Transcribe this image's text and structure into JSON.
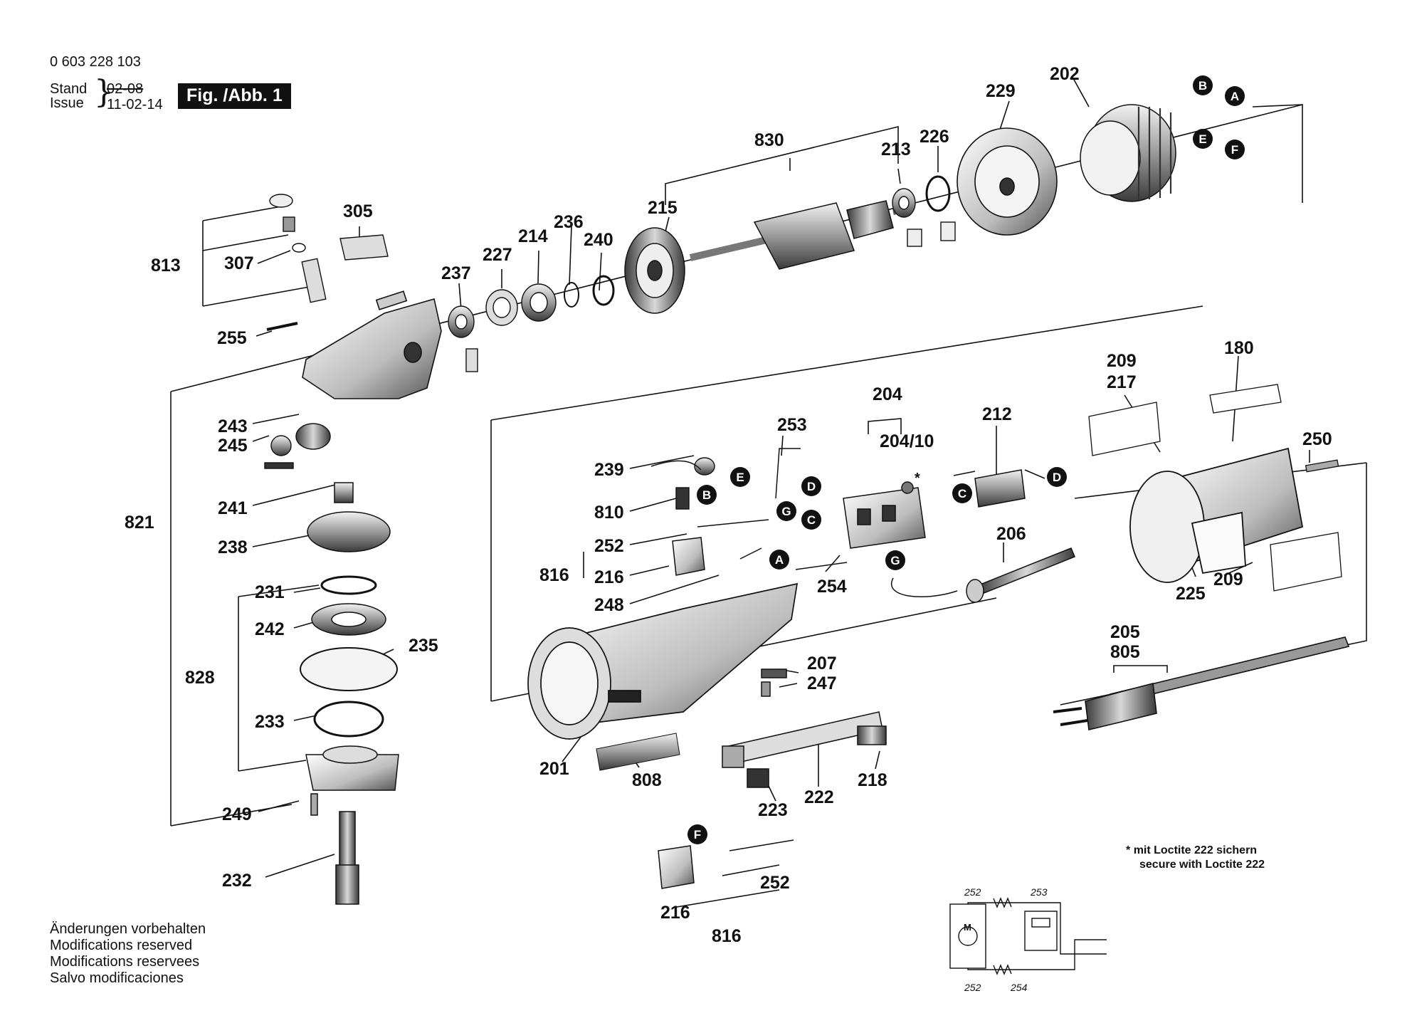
{
  "header": {
    "doc_number": "0 603 228 103",
    "stand_label": "Stand",
    "issue_label": "Issue",
    "date_old": "02-08",
    "date_new": "11-02-14",
    "figure_badge": "Fig. /Abb. 1"
  },
  "part_labels": [
    "202",
    "229",
    "830",
    "213",
    "226",
    "215",
    "236",
    "240",
    "214",
    "227",
    "237",
    "305",
    "307",
    "813",
    "255",
    "243",
    "245",
    "241",
    "238",
    "231",
    "242",
    "235",
    "828",
    "233",
    "821",
    "249",
    "232",
    "253",
    "204",
    "204/10",
    "212",
    "239",
    "810",
    "252",
    "816",
    "216",
    "248",
    "254",
    "206",
    "209",
    "217",
    "180",
    "250",
    "225",
    "205",
    "805",
    "207",
    "247",
    "201",
    "808",
    "223",
    "222",
    "218"
  ],
  "sub_assembly_lower": [
    "216",
    "252",
    "816"
  ],
  "connector_markers": [
    "A",
    "B",
    "C",
    "D",
    "E",
    "F",
    "G"
  ],
  "notes": {
    "lines": [
      "Änderungen vorbehalten",
      "Modifications reserved",
      "Modifications reservees",
      "Salvo modificaciones"
    ]
  },
  "loctite_note": {
    "star": "*",
    "line1": "mit Loctite 222 sichern",
    "line2": "secure with Loctite 222"
  },
  "wiring": {
    "motor_symbol": "M",
    "labels": [
      "252",
      "253",
      "252",
      "254"
    ]
  }
}
